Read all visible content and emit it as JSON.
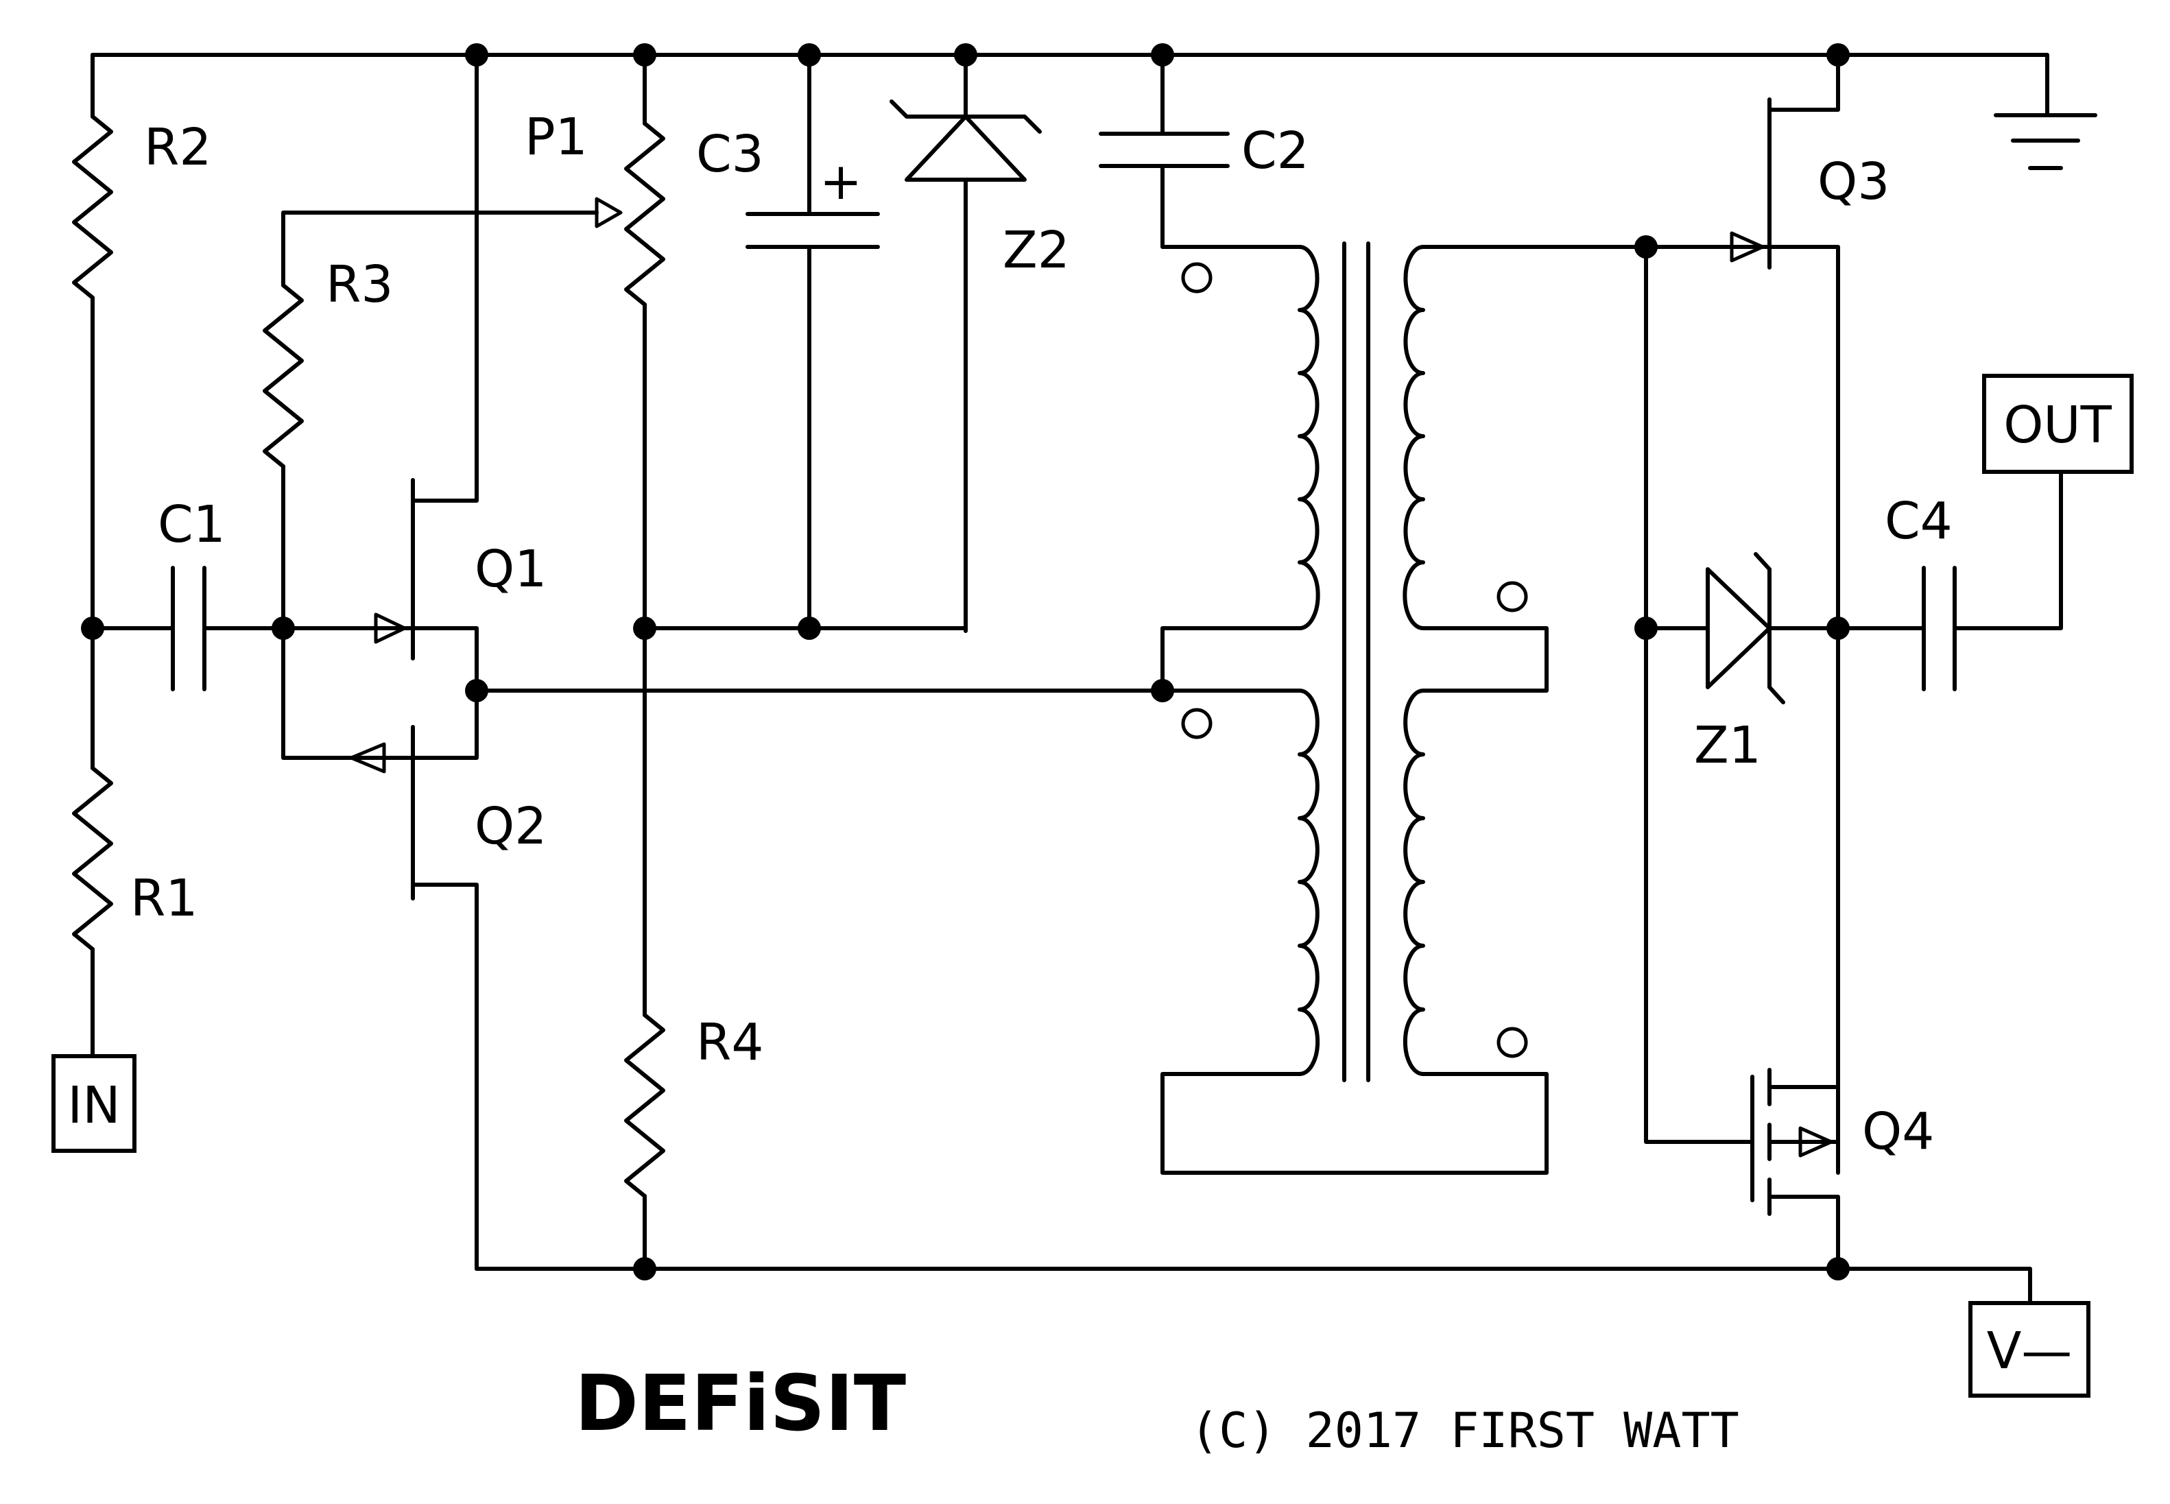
{
  "diagram": {
    "title": "DEFiSIT",
    "copyright": "(C) 2017 FIRST WATT",
    "terminals": {
      "input": "IN",
      "output": "OUT",
      "negative_supply": "V—"
    },
    "resistors": {
      "r1": "R1",
      "r2": "R2",
      "r3": "R3",
      "r4": "R4",
      "p1": "P1"
    },
    "capacitors": {
      "c1": "C1",
      "c2": "C2",
      "c3": "C3",
      "c3_polarity": "+",
      "c4": "C4"
    },
    "transistors": {
      "q1": "Q1",
      "q2": "Q2",
      "q3": "Q3",
      "q4": "Q4"
    },
    "zeners": {
      "z1": "Z1",
      "z2": "Z2"
    }
  }
}
